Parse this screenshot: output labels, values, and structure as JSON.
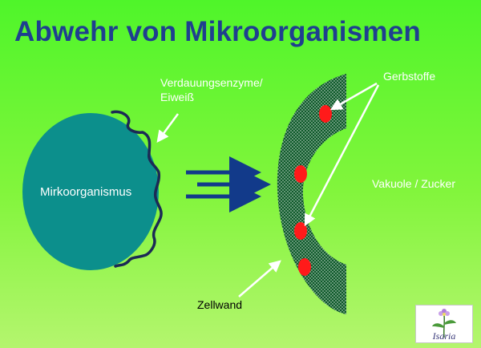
{
  "title": "Abwehr von Mikroorganismen",
  "labels": {
    "enzymes_line1": "Verdauungsenzyme/",
    "enzymes_line2": "Eiweiß",
    "microorganism": "Mirkoorganismus",
    "tannins": "Gerbstoffe",
    "vacuole": "Vakuole / Zucker",
    "cell_wall": "Zellwand",
    "logo_text": "Isaria"
  },
  "colors": {
    "background_top": "#4ff52a",
    "title": "#1f3f8f",
    "microorganism": "#0c8f8c",
    "enzyme_wave": "#1b2a55",
    "cell_wall": "#0e5a2a",
    "tannin_dots": "#ff1a1a",
    "arrows": "#123a8a"
  },
  "icons": {
    "logo": "plant-logo-icon"
  }
}
